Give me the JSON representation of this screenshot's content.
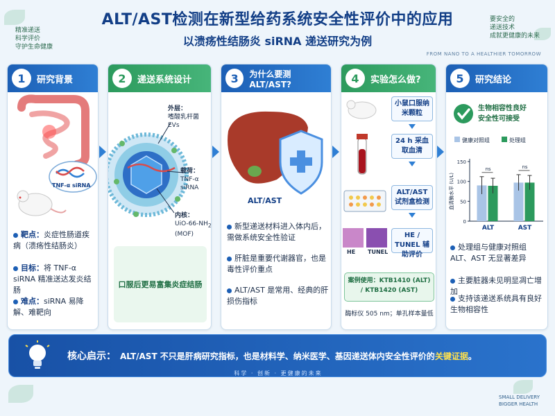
{
  "header": {
    "title": "ALT/AST检测在新型给药系统安全性评价中的应用",
    "subtitle": "以溃疡性结肠炎 siRNA 递送研究为例",
    "tagline_left": [
      "精准递送",
      "科学评价",
      "守护生命健康"
    ],
    "tagline_right": [
      "要安全的",
      "递送技术",
      "成就更健康的未来"
    ],
    "motto_right": "FROM NANO TO A HEALTHIER TOMORROW"
  },
  "panels": [
    {
      "num": "1",
      "title": "研究背景",
      "image_labels": {
        "sirna": "TNF-α siRNA"
      },
      "bullets": [
        {
          "key": "靶点：",
          "text": "炎症性肠道疾病（溃疡性结肠炎）"
        },
        {
          "key": "目标：",
          "text": "将 TNF-α siRNA 精准送达发炎结肠"
        },
        {
          "key": "难点：",
          "text": "siRNA 易降解、难靶向"
        }
      ]
    },
    {
      "num": "2",
      "title": "递送系统设计",
      "labels": {
        "outer_title": "外层：",
        "outer_text": "嗜酸乳杆菌 EVs",
        "cargo_title": "载荷：",
        "cargo_text": "TNF-α siRNA",
        "core_title": "内核：",
        "core_text1": "UiO-66-NH",
        "core_sub": "2",
        "core_text2": "(MOF)"
      },
      "caption": "口服后更易富集炎症结肠"
    },
    {
      "num": "3",
      "title": "为什么要测 ALT/AST?",
      "liver_label": "ALT/AST",
      "bullets": [
        {
          "text": "新型递送材料进入体内后，需做系统安全性验证"
        },
        {
          "text": "肝脏是重要代谢器官，也是毒性评价重点"
        },
        {
          "text": "ALT/AST 是常用、经典的肝损伤指标"
        }
      ]
    },
    {
      "num": "4",
      "title": "实验怎么做?",
      "steps": [
        "小鼠口服纳米颗粒",
        "24 h 采血取血清",
        "ALT/AST 试剂盒检测",
        "HE / TUNEL 辅助评价"
      ],
      "stain_labels": [
        "HE",
        "TUNEL"
      ],
      "case_label": "案例使用：KTB1410 (ALT) / KTB1420 (AST)",
      "instrument": "酶标仪 505 nm；单孔样本量低"
    },
    {
      "num": "5",
      "title": "研究结论",
      "check_text": [
        "生物相容性良好",
        "安全性可接受"
      ],
      "bullets": [
        {
          "text": "处理组与健康对照组 ALT、AST 无显著差异"
        },
        {
          "text": "主要脏器未见明显凋亡增加"
        },
        {
          "text": "支持该递送系统具有良好生物相容性"
        }
      ]
    }
  ],
  "chart_data": {
    "type": "bar",
    "categories": [
      "ALT",
      "AST"
    ],
    "series": [
      {
        "name": "健康对照组",
        "values": [
          90,
          97
        ],
        "errors": [
          22,
          20
        ]
      },
      {
        "name": "处理组",
        "values": [
          89,
          97
        ],
        "errors": [
          19,
          18
        ]
      }
    ],
    "ylabel": "血清酶水平 (U/L)",
    "ylim": [
      0,
      150
    ],
    "yticks": [
      0,
      50,
      100,
      150
    ],
    "annotations": [
      "ns",
      "ns"
    ],
    "colors": [
      "#a9c4e6",
      "#2c9a5d"
    ],
    "legend": "top"
  },
  "bottom": {
    "lead": "核心启示：",
    "text_a": "ALT/AST 不只是肝病研究指标，也是材料学、纳米医学、基因递送体内安全性评价的",
    "highlight": "关键证据",
    "text_b": "。",
    "slogan": "科学 · 创新 · 更健康的未来"
  },
  "footer": {
    "right": [
      "SMALL DELIVERY",
      "BIGGER HEALTH"
    ]
  }
}
